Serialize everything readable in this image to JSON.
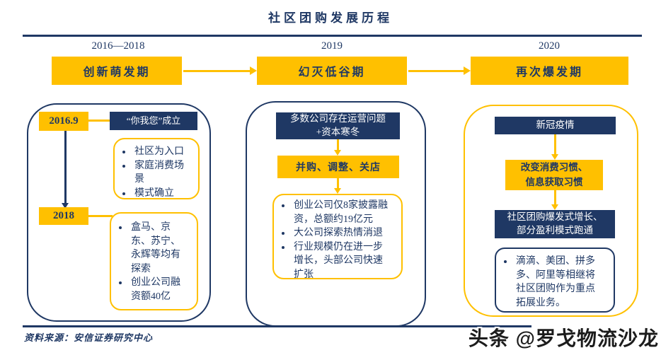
{
  "title": "社区团购发展历程",
  "colors": {
    "navy": "#1F3864",
    "gold": "#FFC000"
  },
  "phases": [
    {
      "year": "2016—2018",
      "label": "创新萌发期"
    },
    {
      "year": "2019",
      "label": "幻灭低谷期"
    },
    {
      "year": "2020",
      "label": "再次爆发期"
    }
  ],
  "stage1": {
    "milestone1": {
      "date": "2016.9",
      "title": "“你我您”成立",
      "bullets": [
        "社区为入口",
        "家庭消费场景",
        "模式确立"
      ]
    },
    "milestone2": {
      "date": "2018",
      "bullets": [
        "盒马、京东、苏宁、永辉等均有探索",
        "创业公司融资额40亿"
      ]
    }
  },
  "stage2": {
    "cause": "多数公司存在运营问题\n+资本寒冬",
    "action": "并购、调整、关店",
    "bullets": [
      "创业公司仅8家披露融资，总额约19亿元",
      "大公司探索热情消退",
      "行业规模仍在进一步增长，头部公司快速扩张"
    ]
  },
  "stage3": {
    "cause": "新冠疫情",
    "effect": "改变消费习惯、\n信息获取习惯",
    "result": "社区团购爆发式增长、\n部分盈利模式跑通",
    "bullets": [
      "滴滴、美团、拼多多、阿里等相继将社区团购作为重点拓展业务。"
    ]
  },
  "footer": {
    "source": "资料来源：安信证券研究中心",
    "watermark": "头条 @罗戈物流沙龙"
  }
}
